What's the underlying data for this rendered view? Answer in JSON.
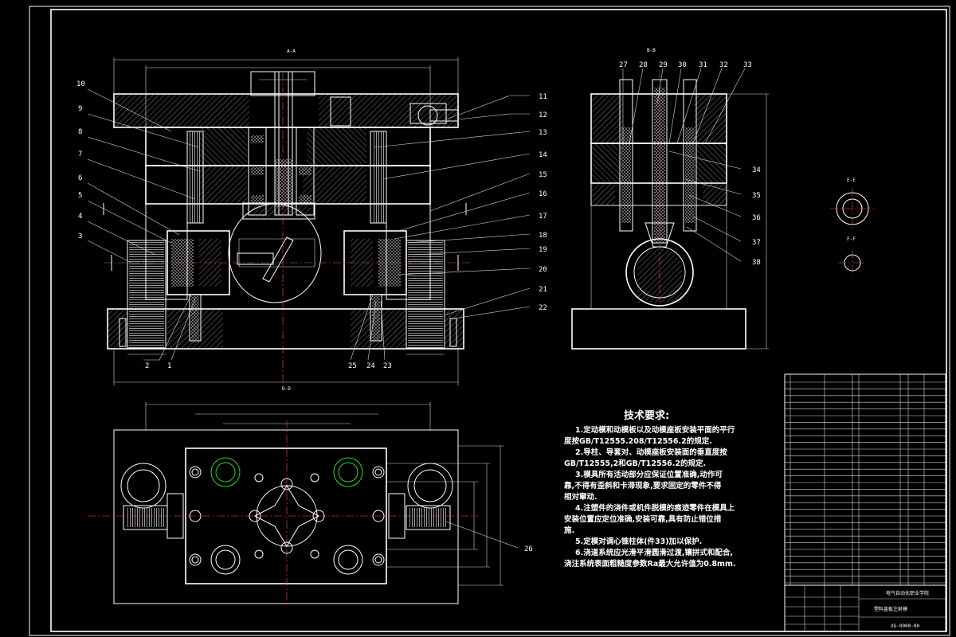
{
  "drawing": {
    "section_labels": {
      "aa": "A-A",
      "bb": "B-B",
      "dd": "D-D",
      "ee": "E-E",
      "ff": "F-F"
    },
    "front_left_callouts": [
      "10",
      "9",
      "8",
      "7",
      "6",
      "5",
      "4",
      "3"
    ],
    "front_right_callouts": [
      "11",
      "12",
      "13",
      "14",
      "15",
      "16",
      "17",
      "18",
      "19",
      "20",
      "21",
      "22"
    ],
    "front_bottom_callouts": [
      "2",
      "1",
      "25",
      "24",
      "23"
    ],
    "side_top_callouts": [
      "27",
      "28",
      "29",
      "30",
      "31",
      "32",
      "33"
    ],
    "side_right_callouts": [
      "34",
      "35",
      "36",
      "37",
      "38"
    ],
    "plan_callout": "26",
    "tech_requirements": {
      "title": "技术要求:",
      "items": [
        "1.定动模和动模板以及动模座板安装平面的平行",
        "度按GB/T12555.208/T12556.2的规定.",
        "2.导柱、导套对、动模座板安装面的垂直度按",
        "GB/T12555,2和GB/T12556.2的规定.",
        "3.模具所有活动部分应保证位置准确,动作可",
        "靠,不得有歪斜和卡滞现象,要求固定的零件不得",
        "相对窜动.",
        "4.注塑件的浇件或机件脱模的痕迹零件在模具上",
        "安装位置应定位准确,安装可靠,具有防止错位措",
        "施.",
        "5.定模对调心锥柱体(件33)加以保护.",
        "6.浇道系统应光滑平滑圆滑过渡,镶拼式和配合,",
        "浇注系统表面粗糙度参数Ra最大允许值为0.8mm."
      ]
    },
    "title_block": {
      "school": "电气自动化职业学院",
      "drawing_name": "塑料盖板注射模",
      "drawing_no": "XG-0000-00"
    }
  },
  "colors": {
    "background": "#000000",
    "lines": "#ffffff",
    "centerlines": "#ff4a4a",
    "highlight": "#29d329"
  }
}
